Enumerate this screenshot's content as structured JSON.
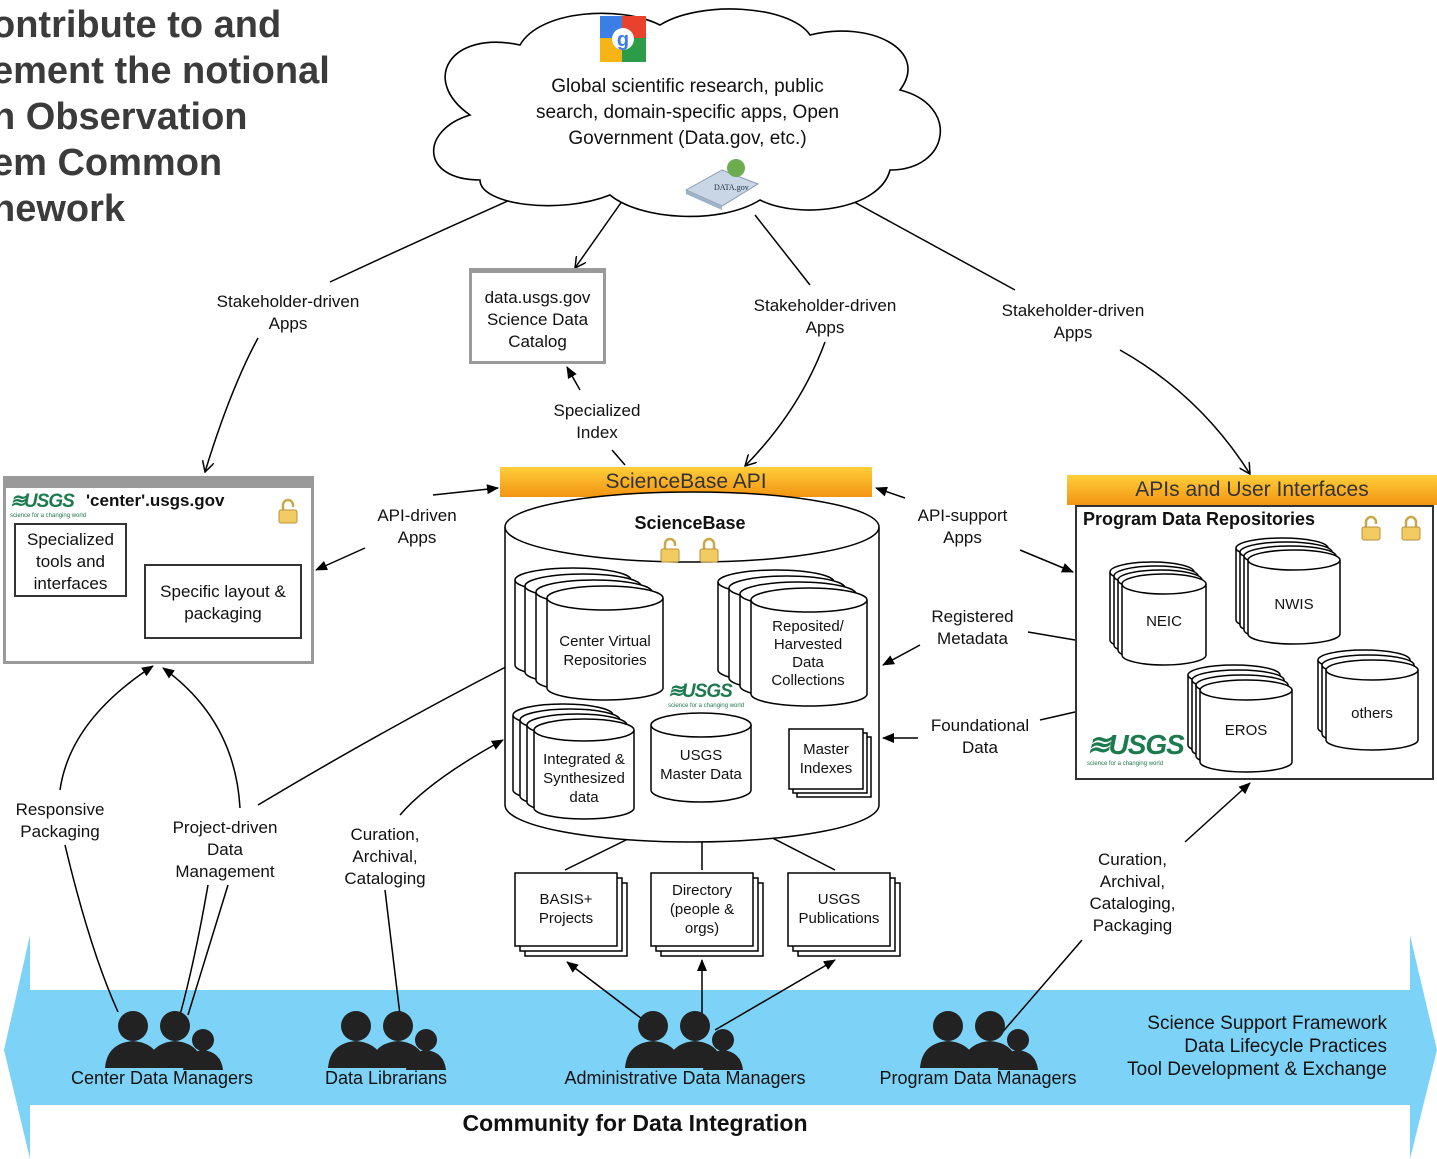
{
  "title_lines": [
    "ontribute to and",
    "ement the notional",
    "n Observation",
    "em Common",
    "nework"
  ],
  "cloud": {
    "lines": [
      "Global scientific research, public",
      "search, domain-specific apps, Open",
      "Government (Data.gov, etc.)"
    ],
    "datagov_label": "DATA.gov"
  },
  "catalog": {
    "lines": [
      "data.usgs.gov",
      "Science Data",
      "Catalog"
    ]
  },
  "labels": {
    "stakeholder_left": [
      "Stakeholder-driven",
      "Apps"
    ],
    "stakeholder_mid": [
      "Stakeholder-driven",
      "Apps"
    ],
    "stakeholder_right": [
      "Stakeholder-driven",
      "Apps"
    ],
    "specialized_index": [
      "Specialized",
      "Index"
    ],
    "api_driven": [
      "API-driven",
      "Apps"
    ],
    "api_support": [
      "API-support",
      "Apps"
    ],
    "registered_metadata": [
      "Registered",
      "Metadata"
    ],
    "foundational_data": [
      "Foundational",
      "Data"
    ],
    "responsive_packaging": [
      "Responsive",
      "Packaging"
    ],
    "project_driven": [
      "Project-driven",
      "Data",
      "Management"
    ],
    "curation_left": [
      "Curation,",
      "Archival,",
      "Cataloging"
    ],
    "curation_right": [
      "Curation,",
      "Archival,",
      "Cataloging,",
      "Packaging"
    ]
  },
  "center_window": {
    "title": "'center'.usgs.gov",
    "box1": [
      "Specialized",
      "tools and",
      "interfaces"
    ],
    "box2": [
      "Specific layout &",
      "packaging"
    ]
  },
  "sciencebase": {
    "api_label": "ScienceBase API",
    "title": "ScienceBase",
    "center_virtual": [
      "Center Virtual",
      "Repositories"
    ],
    "reposited": [
      "Reposited/",
      "Harvested",
      "Data",
      "Collections"
    ],
    "integrated": [
      "Integrated &",
      "Synthesized",
      "data"
    ],
    "master_data": [
      "USGS",
      "Master Data"
    ],
    "master_indexes": [
      "Master",
      "Indexes"
    ]
  },
  "sources": {
    "basis": [
      "BASIS+",
      "Projects"
    ],
    "directory": [
      "Directory",
      "(people &",
      "orgs)"
    ],
    "publications": [
      "USGS",
      "Publications"
    ]
  },
  "program_repos": {
    "api_label": "APIs and User Interfaces",
    "title": "Program Data Repositories",
    "neic": "NEIC",
    "nwis": "NWIS",
    "eros": "EROS",
    "others": "others"
  },
  "usgs_logo": {
    "text": "USGS",
    "tagline": "science for a changing world"
  },
  "people": {
    "center": "Center Data Managers",
    "librarians": "Data Librarians",
    "admin": "Administrative Data Managers",
    "program": "Program Data Managers"
  },
  "framework": [
    "Science Support Framework",
    "Data Lifecycle Practices",
    "Tool Development & Exchange"
  ],
  "community": "Community for Data Integration",
  "colors": {
    "banner": "#7dd3f7",
    "api_bar_top": "#ffce3a",
    "api_bar_bottom": "#f39412",
    "usgs_green": "#1d7a4f"
  }
}
